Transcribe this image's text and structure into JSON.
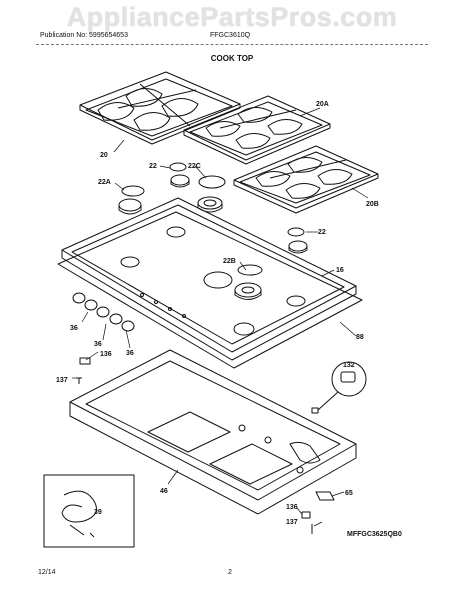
{
  "watermark": "AppliancePartsPros.com",
  "header": {
    "publication": "Publication No: 5995654653",
    "model": "FFGC3610Q",
    "section_title": "COOK TOP"
  },
  "callouts": {
    "c20": "20",
    "c20a": "20A",
    "c20b": "20B",
    "c22_top": "22",
    "c22c": "22C",
    "c22a": "22A",
    "c22_right": "22",
    "c22b": "22B",
    "c16": "16",
    "c88": "88",
    "c36_a": "36",
    "c36_b": "36",
    "c36_c": "36",
    "c136_a": "136",
    "c137_a": "137",
    "c132": "132",
    "c46": "46",
    "c39": "39",
    "c65": "65",
    "c136_b": "136",
    "c137_b": "137"
  },
  "figure_code": "MFFGC3625QB0",
  "footer": {
    "date": "12/14",
    "page": "2"
  }
}
